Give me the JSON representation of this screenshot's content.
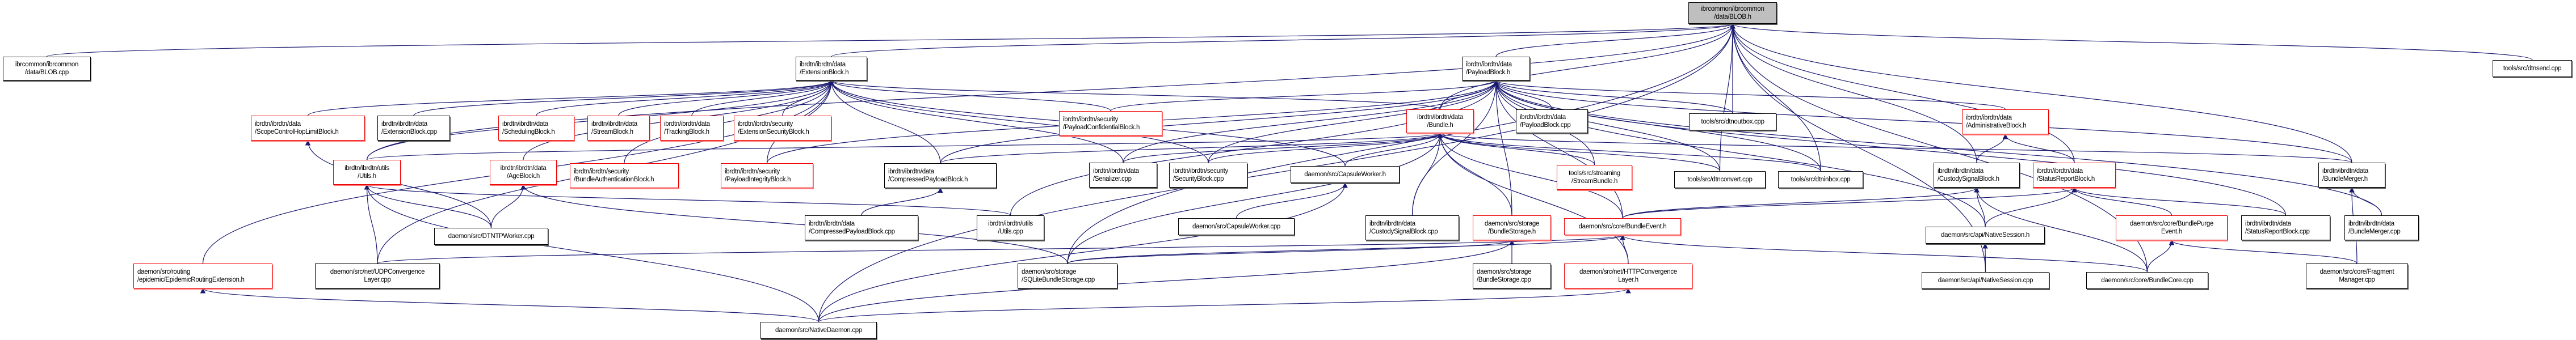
{
  "graph_title": "Include dependency graph for ibrcommon/ibrcommon/data/BLOB.h",
  "colors": {
    "edge": "#191970",
    "red_border": "#ff0000",
    "root_fill": "#bfbfbf"
  },
  "nodes": [
    {
      "id": "blob_h",
      "label": "ibrcommon/ibrcommon\n/data/BLOB.h",
      "style": "root"
    },
    {
      "id": "blob_cpp",
      "label": "ibrcommon/ibrcommon\n/data/BLOB.cpp",
      "style": "normal"
    },
    {
      "id": "ext_h",
      "label": "ibrdtn/ibrdtn/data\n/ExtensionBlock.h",
      "style": "normal"
    },
    {
      "id": "payload_h",
      "label": "ibrdtn/ibrdtn/data\n/PayloadBlock.h",
      "style": "normal"
    },
    {
      "id": "dtnsend",
      "label": "tools/src/dtnsend.cpp",
      "style": "normal"
    },
    {
      "id": "scope",
      "label": "ibrdtn/ibrdtn/data\n/ScopeControlHopLimitBlock.h",
      "style": "red"
    },
    {
      "id": "ext_cpp",
      "label": "ibrdtn/ibrdtn/data\n/ExtensionBlock.cpp",
      "style": "normal"
    },
    {
      "id": "sched",
      "label": "ibrdtn/ibrdtn/data\n/SchedulingBlock.h",
      "style": "red"
    },
    {
      "id": "stream",
      "label": "ibrdtn/ibrdtn/data\n/StreamBlock.h",
      "style": "red"
    },
    {
      "id": "tracking",
      "label": "ibrdtn/ibrdtn/data\n/TrackingBlock.h",
      "style": "red"
    },
    {
      "id": "extsec",
      "label": "ibrdtn/ibrdtn/security\n/ExtensionSecurityBlock.h",
      "style": "red"
    },
    {
      "id": "payconf",
      "label": "ibrdtn/ibrdtn/security\n/PayloadConfidentialBlock.h",
      "style": "red"
    },
    {
      "id": "bundle_h",
      "label": "ibrdtn/ibrdtn/data\n/Bundle.h",
      "style": "red"
    },
    {
      "id": "payload_cpp",
      "label": "ibrdtn/ibrdtn/data\n/PayloadBlock.cpp",
      "style": "normal"
    },
    {
      "id": "dtnoutbox",
      "label": "tools/src/dtnoutbox.cpp",
      "style": "normal"
    },
    {
      "id": "admin",
      "label": "ibrdtn/ibrdtn/data\n/AdministrativeBlock.h",
      "style": "red"
    },
    {
      "id": "utils_h",
      "label": "ibrdtn/ibrdtn/utils\n/Utils.h",
      "style": "red"
    },
    {
      "id": "age",
      "label": "ibrdtn/ibrdtn/data\n/AgeBlock.h",
      "style": "red"
    },
    {
      "id": "bab",
      "label": "ibrdtn/ibrdtn/security\n/BundleAuthenticationBlock.h",
      "style": "red"
    },
    {
      "id": "pib",
      "label": "ibrdtn/ibrdtn/security\n/PayloadIntegrityBlock.h",
      "style": "red"
    },
    {
      "id": "comp_h",
      "label": "ibrdtn/ibrdtn/data\n/CompressedPayloadBlock.h",
      "style": "normal"
    },
    {
      "id": "serial",
      "label": "ibrdtn/ibrdtn/data\n/Serializer.cpp",
      "style": "normal"
    },
    {
      "id": "secblock",
      "label": "ibrdtn/ibrdtn/security\n/SecurityBlock.cpp",
      "style": "normal"
    },
    {
      "id": "capsule_h",
      "label": "daemon/src/CapsuleWorker.h",
      "style": "normal"
    },
    {
      "id": "streambundle",
      "label": "tools/src/streaming\n/StreamBundle.h",
      "style": "red"
    },
    {
      "id": "dtnconvert",
      "label": "tools/src/dtnconvert.cpp",
      "style": "normal"
    },
    {
      "id": "dtninbox",
      "label": "tools/src/dtninbox.cpp",
      "style": "normal"
    },
    {
      "id": "custody_h",
      "label": "ibrdtn/ibrdtn/data\n/CustodySignalBlock.h",
      "style": "normal"
    },
    {
      "id": "status_h",
      "label": "ibrdtn/ibrdtn/data\n/StatusReportBlock.h",
      "style": "red"
    },
    {
      "id": "merger_h",
      "label": "ibrdtn/ibrdtn/data\n/BundleMerger.h",
      "style": "normal"
    },
    {
      "id": "dtntp",
      "label": "daemon/src/DTNTPWorker.cpp",
      "style": "normal"
    },
    {
      "id": "comp_cpp",
      "label": "ibrdtn/ibrdtn/data\n/CompressedPayloadBlock.cpp",
      "style": "normal"
    },
    {
      "id": "utils_cpp",
      "label": "ibrdtn/ibrdtn/utils\n/Utils.cpp",
      "style": "normal"
    },
    {
      "id": "capsule_cpp",
      "label": "daemon/src/CapsuleWorker.cpp",
      "style": "normal"
    },
    {
      "id": "custody_cpp",
      "label": "ibrdtn/ibrdtn/data\n/CustodySignalBlock.cpp",
      "style": "normal"
    },
    {
      "id": "storage_h",
      "label": "daemon/src/storage\n/BundleStorage.h",
      "style": "red"
    },
    {
      "id": "event_h",
      "label": "daemon/src/core/BundleEvent.h",
      "style": "red"
    },
    {
      "id": "natsess_h",
      "label": "daemon/src/api/NativeSession.h",
      "style": "normal"
    },
    {
      "id": "purge",
      "label": "daemon/src/core/BundlePurge\nEvent.h",
      "style": "red"
    },
    {
      "id": "status_cpp",
      "label": "ibrdtn/ibrdtn/data\n/StatusReportBlock.cpp",
      "style": "normal"
    },
    {
      "id": "merger_cpp",
      "label": "ibrdtn/ibrdtn/data\n/BundleMerger.cpp",
      "style": "normal"
    },
    {
      "id": "epidemic",
      "label": "daemon/src/routing\n/epidemic/EpidemicRoutingExtension.h",
      "style": "red"
    },
    {
      "id": "udp",
      "label": "daemon/src/net/UDPConvergence\nLayer.cpp",
      "style": "normal"
    },
    {
      "id": "sqlite",
      "label": "daemon/src/storage\n/SQLiteBundleStorage.cpp",
      "style": "normal"
    },
    {
      "id": "storage_cpp",
      "label": "daemon/src/storage\n/BundleStorage.cpp",
      "style": "normal"
    },
    {
      "id": "http",
      "label": "daemon/src/net/HTTPConvergence\nLayer.h",
      "style": "red"
    },
    {
      "id": "natsess_cpp",
      "label": "daemon/src/api/NativeSession.cpp",
      "style": "normal"
    },
    {
      "id": "core_cpp",
      "label": "daemon/src/core/BundleCore.cpp",
      "style": "normal"
    },
    {
      "id": "fragment",
      "label": "daemon/src/core/Fragment\nManager.cpp",
      "style": "normal"
    },
    {
      "id": "natdaemon",
      "label": "daemon/src/NativeDaemon.cpp",
      "style": "normal"
    }
  ],
  "edges": [
    [
      "blob_cpp",
      "blob_h"
    ],
    [
      "ext_h",
      "blob_h"
    ],
    [
      "payload_h",
      "blob_h"
    ],
    [
      "dtnsend",
      "blob_h"
    ],
    [
      "dtnoutbox",
      "blob_h"
    ],
    [
      "dtninbox",
      "blob_h"
    ],
    [
      "dtnconvert",
      "blob_h"
    ],
    [
      "bundle_h",
      "blob_h"
    ],
    [
      "merger_h",
      "blob_h"
    ],
    [
      "custody_h",
      "blob_h"
    ],
    [
      "status_h",
      "blob_h"
    ],
    [
      "core_cpp",
      "blob_h"
    ],
    [
      "natsess_cpp",
      "blob_h"
    ],
    [
      "utils_h",
      "blob_h"
    ],
    [
      "natdaemon",
      "blob_h"
    ],
    [
      "sqlite",
      "blob_h"
    ],
    [
      "scope",
      "ext_h"
    ],
    [
      "ext_cpp",
      "ext_h"
    ],
    [
      "sched",
      "ext_h"
    ],
    [
      "stream",
      "ext_h"
    ],
    [
      "tracking",
      "ext_h"
    ],
    [
      "extsec",
      "ext_h"
    ],
    [
      "payconf",
      "ext_h"
    ],
    [
      "bundle_h",
      "ext_h"
    ],
    [
      "age",
      "ext_h"
    ],
    [
      "bab",
      "ext_h"
    ],
    [
      "pib",
      "ext_h"
    ],
    [
      "comp_h",
      "ext_h"
    ],
    [
      "serial",
      "ext_h"
    ],
    [
      "secblock",
      "ext_h"
    ],
    [
      "utils_h",
      "ext_h"
    ],
    [
      "epidemic",
      "ext_h"
    ],
    [
      "udp",
      "ext_h"
    ],
    [
      "capsule_h",
      "ext_h"
    ],
    [
      "bundle_h",
      "payload_h"
    ],
    [
      "payload_cpp",
      "payload_h"
    ],
    [
      "dtnoutbox",
      "payload_h"
    ],
    [
      "admin",
      "payload_h"
    ],
    [
      "payconf",
      "payload_h"
    ],
    [
      "pib",
      "payload_h"
    ],
    [
      "comp_h",
      "payload_h"
    ],
    [
      "serial",
      "payload_h"
    ],
    [
      "secblock",
      "payload_h"
    ],
    [
      "streambundle",
      "payload_h"
    ],
    [
      "dtnconvert",
      "payload_h"
    ],
    [
      "dtninbox",
      "payload_h"
    ],
    [
      "merger_h",
      "payload_h"
    ],
    [
      "utils_cpp",
      "payload_h"
    ],
    [
      "custody_cpp",
      "payload_h"
    ],
    [
      "storage_h",
      "payload_h"
    ],
    [
      "event_h",
      "payload_h"
    ],
    [
      "natsess_h",
      "payload_h"
    ],
    [
      "status_cpp",
      "payload_h"
    ],
    [
      "merger_cpp",
      "payload_h"
    ],
    [
      "utils_h",
      "bundle_h"
    ],
    [
      "comp_h",
      "bundle_h"
    ],
    [
      "serial",
      "bundle_h"
    ],
    [
      "secblock",
      "bundle_h"
    ],
    [
      "capsule_h",
      "bundle_h"
    ],
    [
      "streambundle",
      "bundle_h"
    ],
    [
      "dtnconvert",
      "bundle_h"
    ],
    [
      "dtninbox",
      "bundle_h"
    ],
    [
      "merger_h",
      "bundle_h"
    ],
    [
      "custody_cpp",
      "bundle_h"
    ],
    [
      "storage_h",
      "bundle_h"
    ],
    [
      "event_h",
      "bundle_h"
    ],
    [
      "sqlite",
      "bundle_h"
    ],
    [
      "http",
      "bundle_h"
    ],
    [
      "custody_h",
      "admin"
    ],
    [
      "status_h",
      "admin"
    ],
    [
      "dtntp",
      "utils_h"
    ],
    [
      "udp",
      "utils_h"
    ],
    [
      "natdaemon",
      "utils_h"
    ],
    [
      "utils_cpp",
      "utils_h"
    ],
    [
      "dtntp",
      "age"
    ],
    [
      "sqlite",
      "age"
    ],
    [
      "dtntp",
      "scope"
    ],
    [
      "comp_cpp",
      "comp_h"
    ],
    [
      "capsule_cpp",
      "capsule_h"
    ],
    [
      "natdaemon",
      "capsule_h"
    ],
    [
      "natsess_h",
      "custody_h"
    ],
    [
      "core_cpp",
      "custody_h"
    ],
    [
      "event_h",
      "custody_h"
    ],
    [
      "natsess_h",
      "status_h"
    ],
    [
      "purge",
      "status_h"
    ],
    [
      "status_cpp",
      "status_h"
    ],
    [
      "event_h",
      "status_h"
    ],
    [
      "merger_cpp",
      "merger_h"
    ],
    [
      "fragment",
      "merger_h"
    ],
    [
      "natsess_cpp",
      "natsess_h"
    ],
    [
      "core_cpp",
      "purge"
    ],
    [
      "fragment",
      "purge"
    ],
    [
      "storage_cpp",
      "storage_h"
    ],
    [
      "sqlite",
      "storage_h"
    ],
    [
      "natdaemon",
      "storage_h"
    ],
    [
      "sqlite",
      "event_h"
    ],
    [
      "http",
      "event_h"
    ],
    [
      "udp",
      "event_h"
    ],
    [
      "core_cpp",
      "event_h"
    ],
    [
      "natdaemon",
      "http"
    ],
    [
      "natdaemon",
      "epidemic"
    ]
  ]
}
